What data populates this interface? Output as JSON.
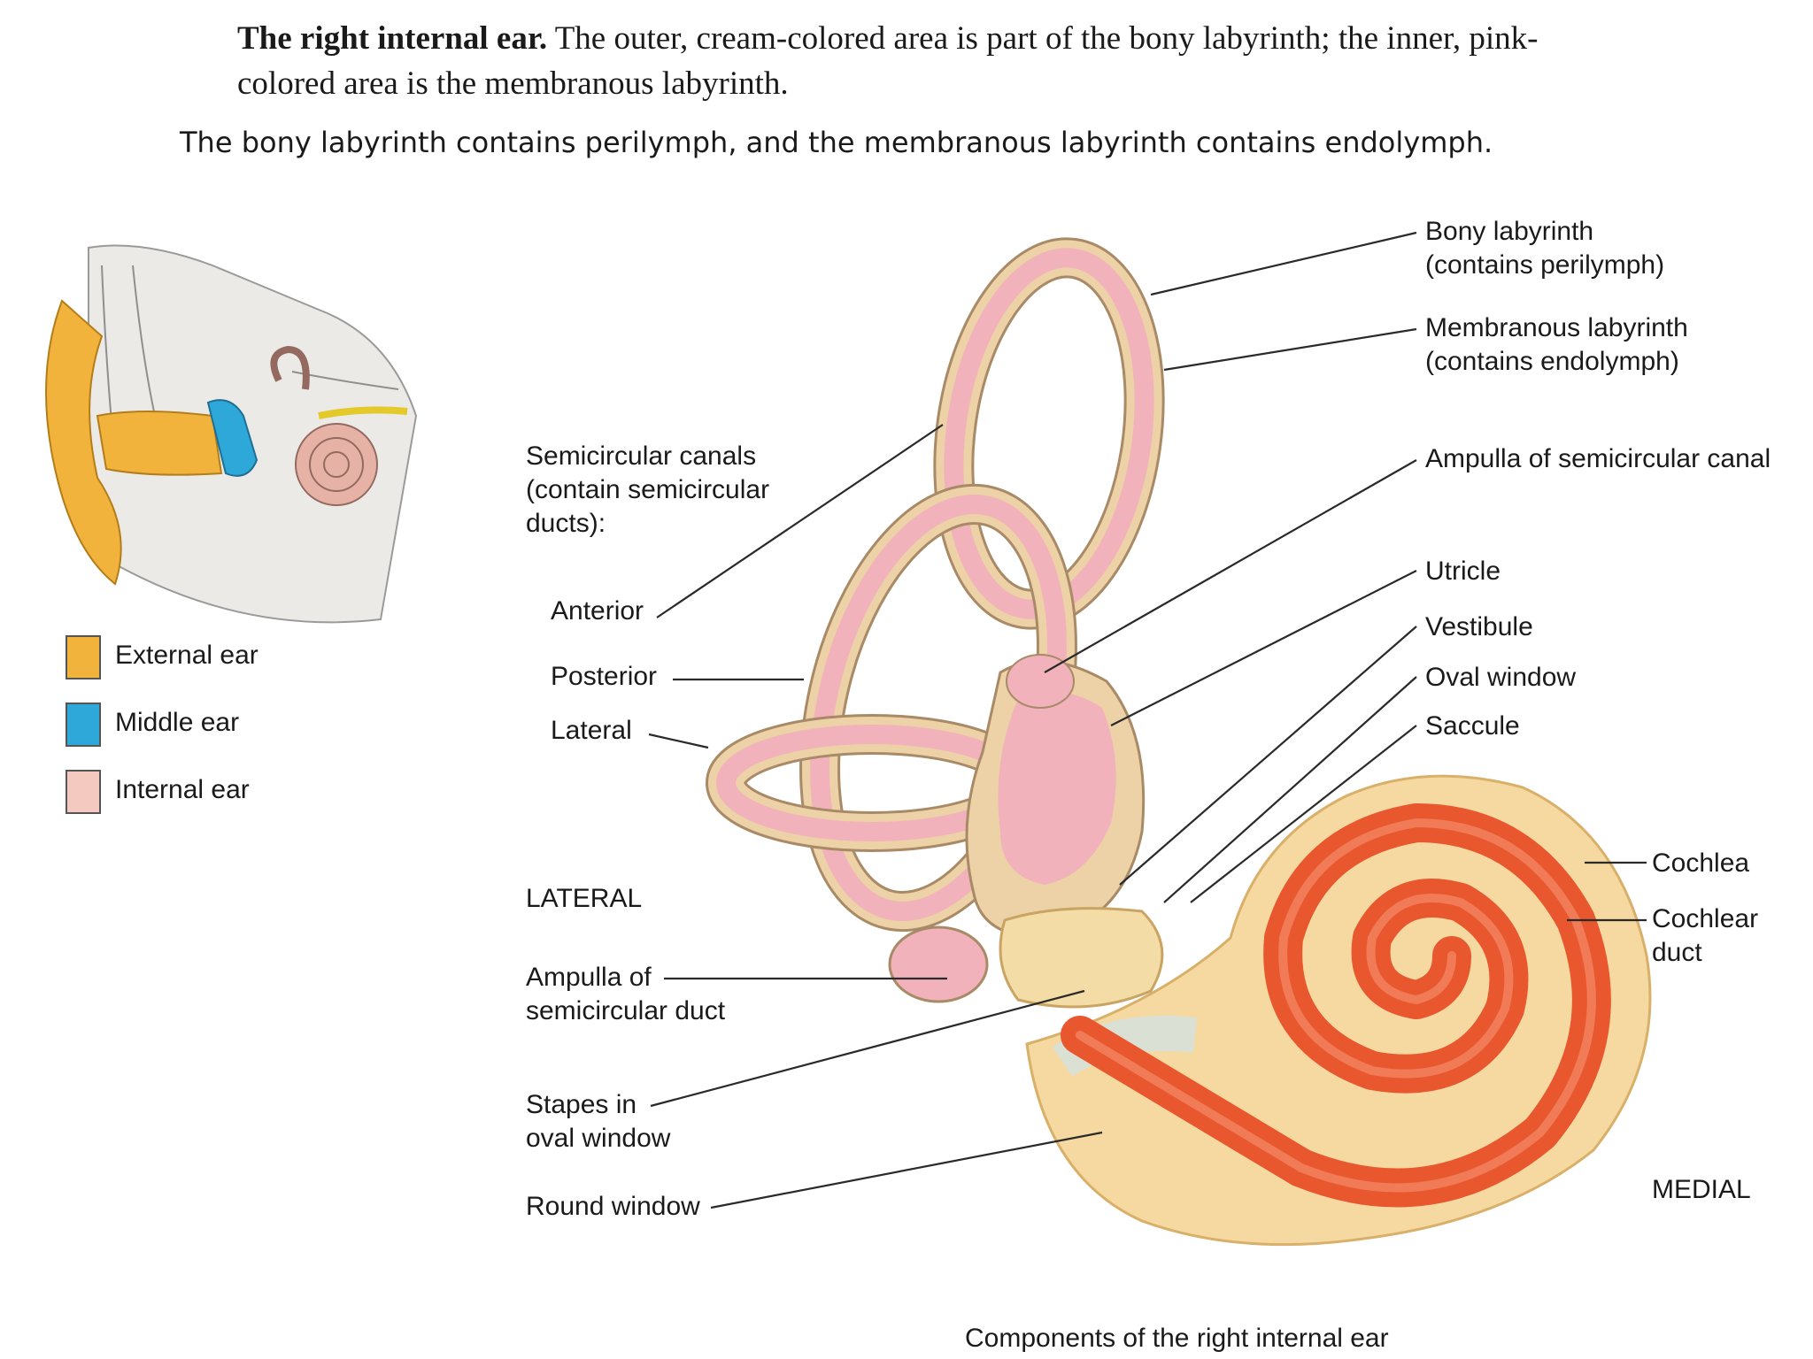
{
  "caption": {
    "bold": "The right internal ear.",
    "rest": "The outer, cream-colored area is part of the bony labyrinth; the inner, pink-colored area is the membranous labyrinth."
  },
  "subtitle": "The bony labyrinth contains perilymph, and the membranous labyrinth contains endolymph.",
  "legend": [
    {
      "label": "External ear",
      "color": "#f2b33d"
    },
    {
      "label": "Middle ear",
      "color": "#2ea8d8"
    },
    {
      "label": "Internal ear",
      "color": "#f3c9c0"
    }
  ],
  "labels": {
    "bony_labyrinth_1": "Bony labyrinth",
    "bony_labyrinth_2": "(contains perilymph)",
    "membranous_labyrinth_1": "Membranous labyrinth",
    "membranous_labyrinth_2": "(contains endolymph)",
    "semicircular_canals_1": "Semicircular canals",
    "semicircular_canals_2": "(contain semicircular",
    "semicircular_canals_3": "ducts):",
    "ampulla_canal": "Ampulla of semicircular canal",
    "anterior": "Anterior",
    "posterior": "Posterior",
    "lateral": "Lateral",
    "utricle": "Utricle",
    "vestibule": "Vestibule",
    "oval_window": "Oval window",
    "saccule": "Saccule",
    "lateral_dir": "LATERAL",
    "cochlea": "Cochlea",
    "cochlear_duct_1": "Cochlear",
    "cochlear_duct_2": "duct",
    "ampulla_duct_1": "Ampulla of",
    "ampulla_duct_2": "semicircular duct",
    "stapes_1": "Stapes in",
    "stapes_2": "oval window",
    "round_window": "Round window",
    "medial_dir": "MEDIAL",
    "figure_caption": "Components of the right internal ear"
  },
  "colors": {
    "bony": "#ecd2a6",
    "bony_edge": "#a88a67",
    "membranous": "#f1b2bb",
    "cochlea_outer": "#f6d9a0",
    "cochlear_duct": "#e9572f",
    "external_ear": "#f2b33d",
    "middle_ear": "#2ea8d8",
    "internal_ear": "#f3c9c0"
  }
}
